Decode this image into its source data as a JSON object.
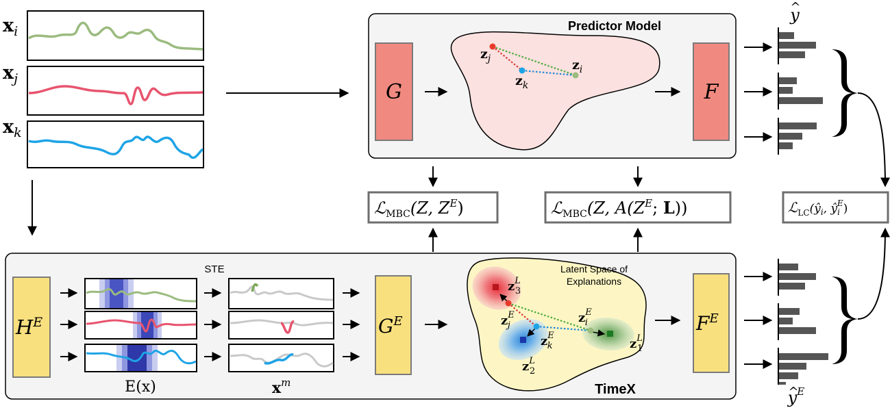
{
  "inputs": {
    "xi": {
      "base": "x",
      "sub": "i"
    },
    "xj": {
      "base": "x",
      "sub": "j"
    },
    "xk": {
      "base": "x",
      "sub": "k"
    }
  },
  "predictor": {
    "title": "Predictor Model",
    "encoder": "G",
    "decoder": "F",
    "zj": {
      "base": "z",
      "sub": "j"
    },
    "zi": {
      "base": "z",
      "sub": "i"
    },
    "zk": {
      "base": "z",
      "sub": "k"
    }
  },
  "outputs": {
    "yhat": {
      "base": "y",
      "hat": "^"
    },
    "yhatE": {
      "base": "y",
      "hat": "^",
      "sup": "E"
    }
  },
  "losses": {
    "mbc1": {
      "L": "ℒ",
      "sub": "MBC",
      "args_open": "(Z, Z",
      "sup": "E",
      "args_close": ")"
    },
    "mbc2": {
      "L": "ℒ",
      "sub": "MBC",
      "args_open": "(Z, A(Z",
      "sup": "E",
      "args_mid": "; ",
      "bold": "L",
      "args_close": "))"
    },
    "lc": {
      "L": "ℒ",
      "sub": "LC",
      "a1": "(ŷ",
      "a1sub": "i",
      "a2": ", ŷ",
      "a2sub": "i",
      "a2sup": "E",
      "close": ")"
    }
  },
  "timex": {
    "title": "TimeX",
    "ste": "STE",
    "latent_title_1": "Latent Space of",
    "latent_title_2": "Explanations",
    "he": {
      "base": "H",
      "sup": "E"
    },
    "ge": {
      "base": "G",
      "sup": "E"
    },
    "fe": {
      "base": "F",
      "sup": "E"
    },
    "ex": "E(x)",
    "xm": {
      "base": "x",
      "sup": "m"
    },
    "z3L": {
      "base": "z",
      "sub": "3",
      "sup": "L"
    },
    "zjE": {
      "base": "z",
      "sub": "j",
      "sup": "E"
    },
    "ziE": {
      "base": "z",
      "sub": "i",
      "sup": "E"
    },
    "zkE": {
      "base": "z",
      "sub": "k",
      "sup": "E"
    },
    "z1L": {
      "base": "z",
      "sub": "1",
      "sup": "L"
    },
    "z2L": {
      "base": "z",
      "sub": "2",
      "sup": "L"
    }
  },
  "colors": {
    "green": "#9bbb7f",
    "red": "#e8546e",
    "blue": "#1ea4e6",
    "gray": "#c9c9c9",
    "salmon": "#f08a80",
    "yellow": "#f9e07f",
    "panel": "#f4f4f4",
    "bars": "#555555"
  }
}
